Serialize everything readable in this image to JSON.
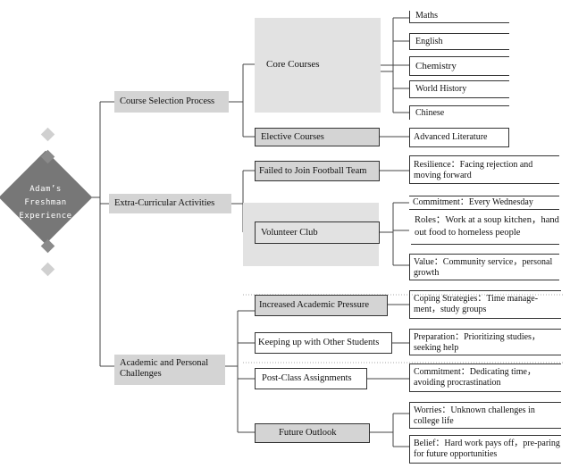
{
  "root": {
    "lines": [
      "Adam’s",
      "Freshman",
      "Experience"
    ]
  },
  "level1": {
    "course_selection": "Course Selection Process",
    "extracurricular": "Extra-Curricular Activities",
    "challenges": "Academic and Personal Challenges"
  },
  "level2": {
    "core_courses": "Core Courses",
    "elective_courses": "Elective Courses",
    "failed_football": "Failed to Join Football Team",
    "volunteer_club": "Volunteer Club",
    "academic_pressure": "Increased Academic Pressure",
    "keeping_up": "Keeping up with Other Students",
    "post_class": "Post-Class Assignments",
    "future_outlook": "Future Outlook"
  },
  "leaves": {
    "maths": "Maths",
    "english": "English",
    "chemistry": "Chemistry",
    "world_history": "World History",
    "chinese": "Chinese",
    "advanced_literature": "Advanced Literature",
    "resilience": "Resilience：Facing rejection and moving forward",
    "commitment_wed": "Commitment：Every Wednesday",
    "roles": "Roles：Work at a soup kitchen，hand out food to homeless people",
    "value": "Value：Community service，personal growth",
    "coping": "Coping Strategies：Time manage-ment，study groups",
    "preparation": "Preparation：Prioritizing studies，seeking help",
    "commitment_time": "Commitment：Dedicating time，avoiding procrastination",
    "worries": "Worries：Unknown challenges in college life",
    "belief": "Belief：Hard work pays off，pre-paring for future opportunities"
  }
}
